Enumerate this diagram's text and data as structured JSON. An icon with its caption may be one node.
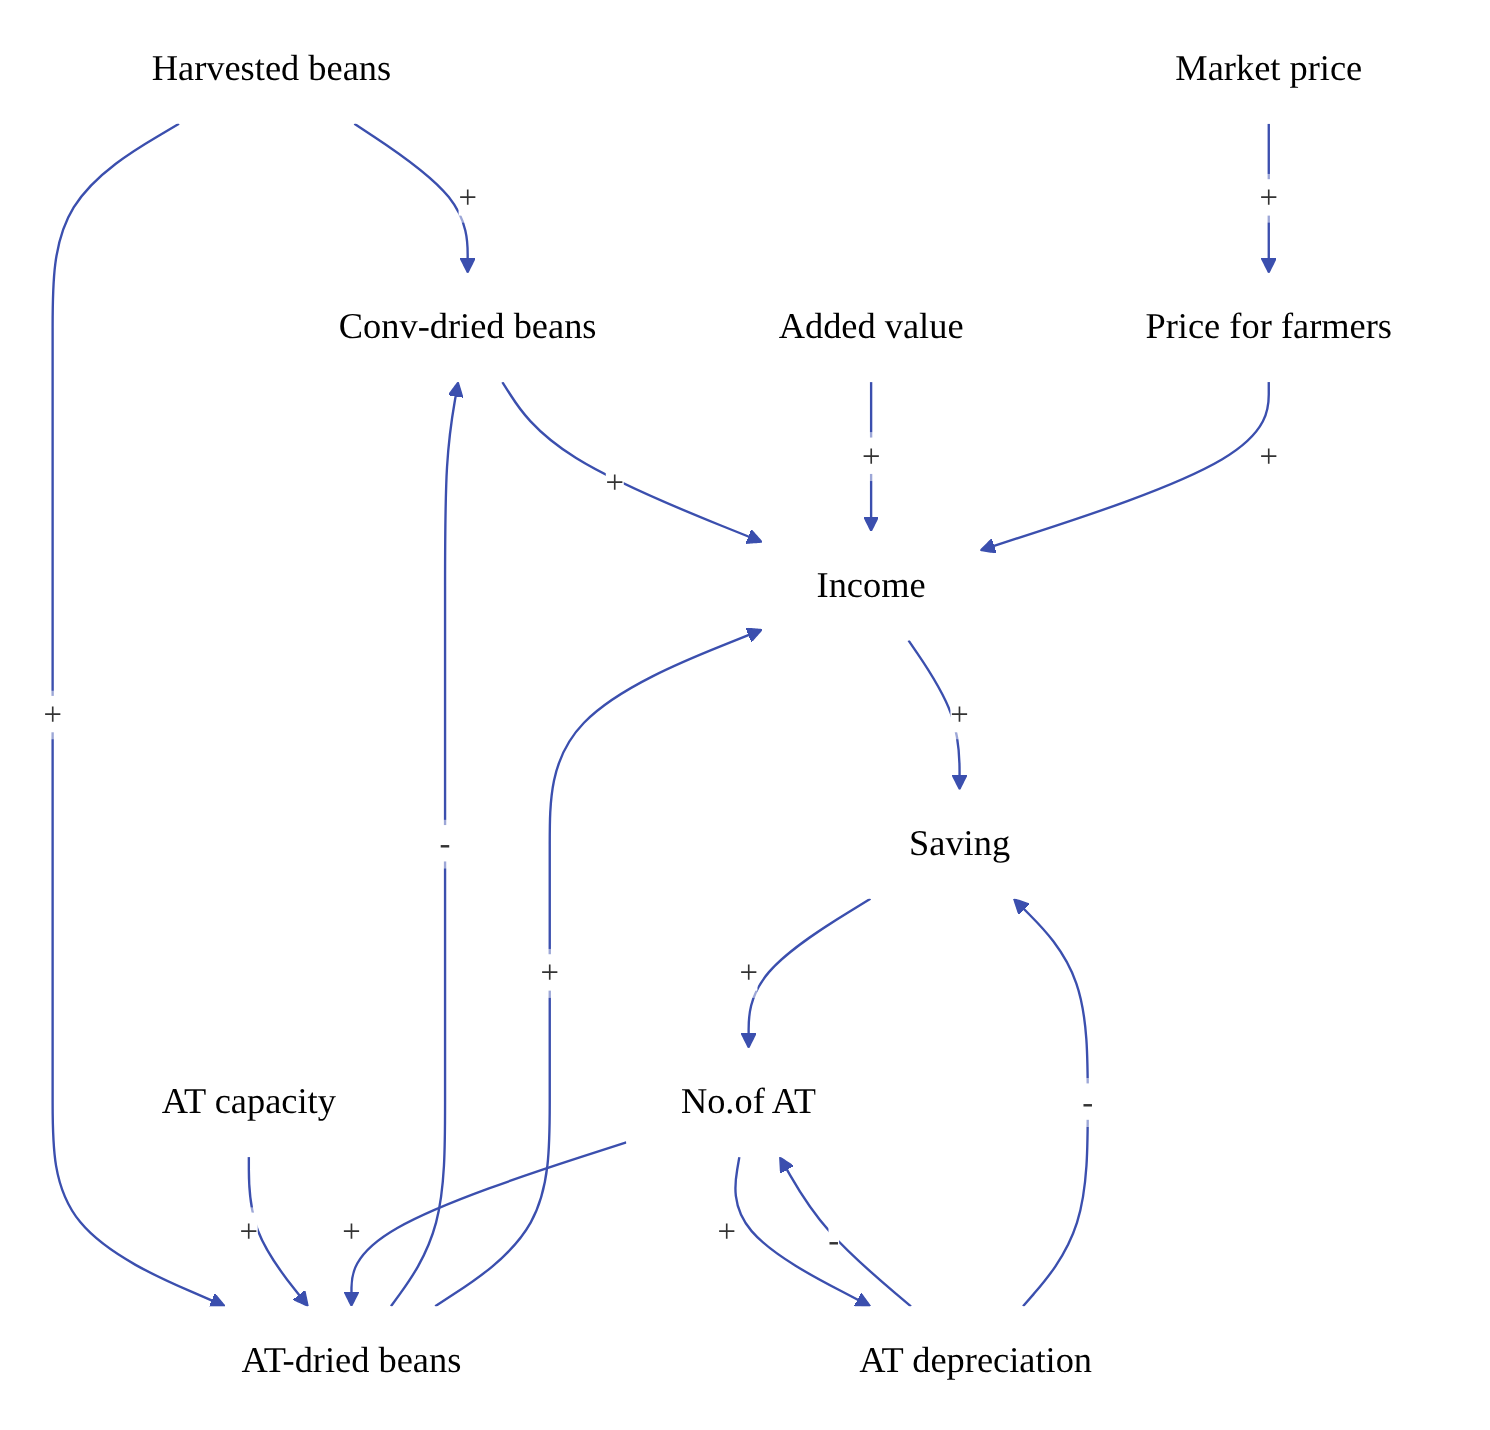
{
  "diagram": {
    "nodes": [
      {
        "text": [
          "Conv-dried beans"
        ]
      },
      {
        "text": [
          "Harvested beans"
        ]
      },
      {
        "text": [
          "Added value"
        ]
      },
      {
        "text": [
          "AT capacity"
        ]
      },
      {
        "text": [
          "AT-dried beans"
        ]
      },
      {
        "text": [
          "Income"
        ]
      },
      {
        "text": [
          "No.of AT"
        ]
      },
      {
        "text": [
          "Saving"
        ]
      },
      {
        "text": [
          "Price for farmers"
        ]
      },
      {
        "text": [
          "AT depreciation"
        ]
      },
      {
        "text": [
          "Market price"
        ]
      }
    ],
    "edges": [
      {
        "from": 1,
        "to": 0,
        "arrow": "to",
        "label": "+"
      },
      {
        "from": 1,
        "to": 4,
        "arrow": "to",
        "label": "+"
      },
      {
        "from": 3,
        "to": 4,
        "arrow": "to",
        "label": "+"
      },
      {
        "from": 4,
        "to": 0,
        "arrow": "to",
        "label": "-"
      },
      {
        "from": 0,
        "to": 5,
        "arrow": "to",
        "label": "+"
      },
      {
        "from": 4,
        "to": 5,
        "arrow": "to",
        "label": "+"
      },
      {
        "from": 2,
        "to": 5,
        "arrow": "to",
        "label": "+"
      },
      {
        "from": 6,
        "to": 4,
        "arrow": "to",
        "label": "+"
      },
      {
        "from": 5,
        "to": 7,
        "arrow": "to",
        "label": "+"
      },
      {
        "from": 7,
        "to": 6,
        "arrow": "to",
        "label": "+"
      },
      {
        "from": 6,
        "to": 9,
        "arrow": "to",
        "label": "+"
      },
      {
        "from": 9,
        "to": 6,
        "arrow": "to",
        "label": "-"
      },
      {
        "from": 9,
        "to": 7,
        "arrow": "to",
        "label": "-"
      },
      {
        "from": 8,
        "to": 5,
        "arrow": "to",
        "label": "+"
      },
      {
        "from": 10,
        "to": 8,
        "arrow": "to",
        "label": "+"
      }
    ]
  }
}
